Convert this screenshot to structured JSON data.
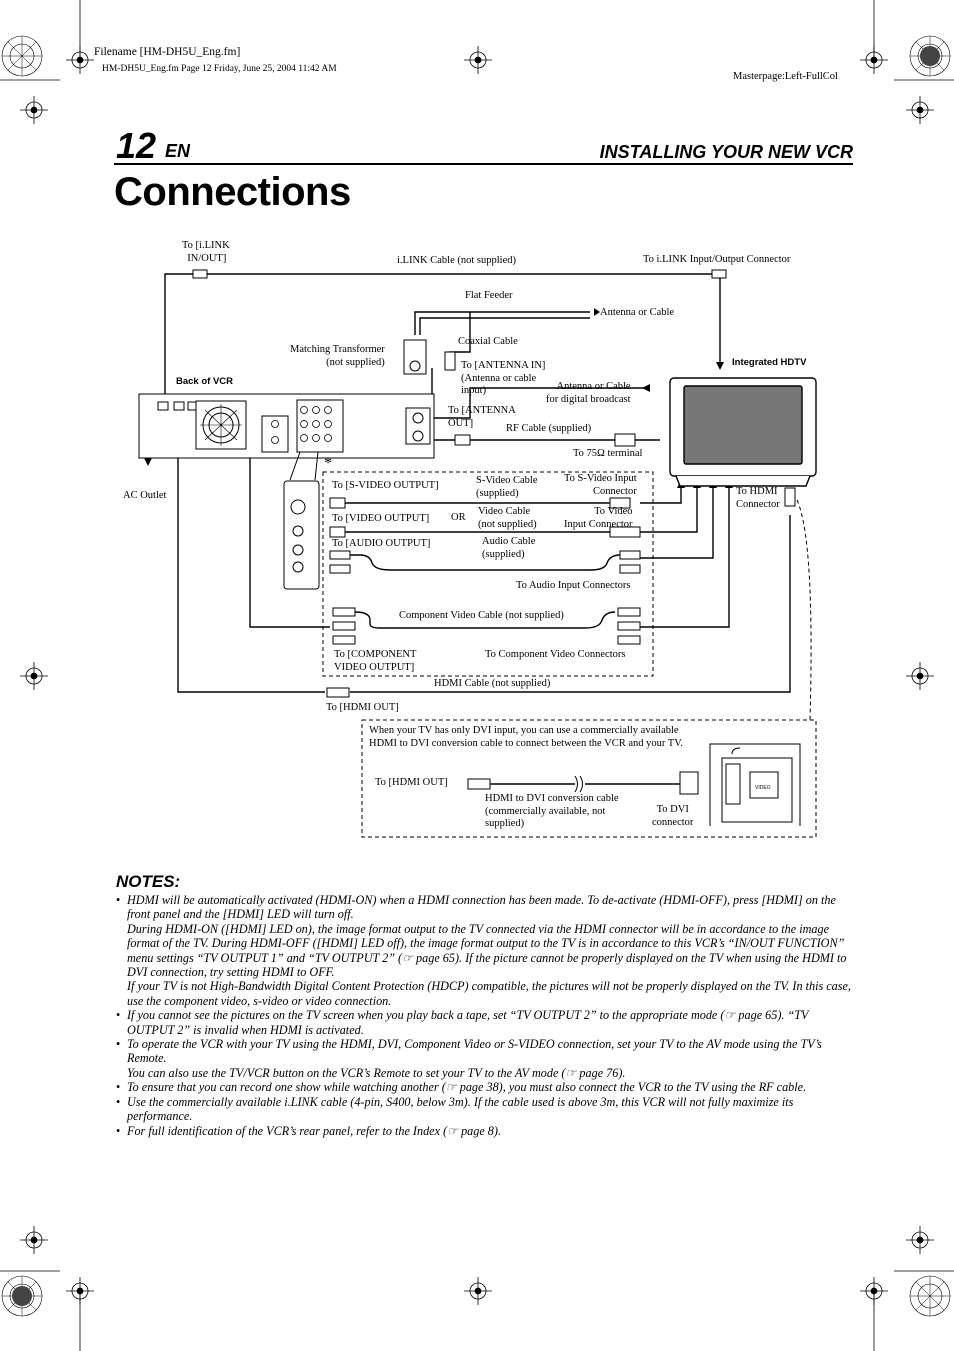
{
  "header": {
    "filename": "Filename [HM-DH5U_Eng.fm]",
    "fileinfo": "HM-DH5U_Eng.fm  Page 12  Friday, June 25, 2004  11:42 AM",
    "masterpage": "Masterpage:Left-FullCol"
  },
  "page": {
    "number": "12",
    "lang": "EN",
    "section": "INSTALLING YOUR NEW VCR",
    "title": "Connections"
  },
  "diagram": {
    "ilink_out": "To [i.LINK\n  IN/OUT]",
    "ilink_cable": "i.LINK Cable (not supplied)",
    "ilink_tv": "To i.LINK Input/Output Connector",
    "flat_feeder": "Flat Feeder",
    "antenna_cable": "Antenna or Cable",
    "matching_transformer": "Matching Transformer\n(not supplied)",
    "coaxial": "Coaxial Cable",
    "antenna_in": "To [ANTENNA IN]\n(Antenna or cable\ninput)",
    "integrated_hdtv": "Integrated HDTV",
    "back_of_vcr": "Back of VCR",
    "antenna_digital": "Antenna or Cable\nfor digital broadcast",
    "antenna_out": "To [ANTENNA\nOUT]",
    "rf_cable": "RF Cable (supplied)",
    "to_75": "To 75Ω terminal",
    "ac_outlet": "AC Outlet",
    "s_video_output": "To [S-VIDEO OUTPUT]",
    "s_video_cable": "S-Video Cable\n(supplied)",
    "s_video_input": "To S-Video Input\nConnector",
    "to_hdmi_connector": "To HDMI\nConnector",
    "video_output": "To [VIDEO OUTPUT]",
    "or": "OR",
    "video_cable": "Video Cable\n(not supplied)",
    "video_input": "To Video\nInput Connector",
    "audio_output": "To [AUDIO OUTPUT]",
    "audio_cable": "Audio Cable\n(supplied)",
    "audio_input": "To Audio Input Connectors",
    "component_cable": "Component Video Cable (not supplied)",
    "component_output": "To [COMPONENT\nVIDEO OUTPUT]",
    "component_input": "To Component Video Connectors",
    "hdmi_cable": "HDMI Cable (not supplied)",
    "hdmi_out": "To [HDMI OUT]",
    "asterisk": "*",
    "dvi_note": "When your TV has only DVI input, you can use a commercially available HDMI to DVI conversion cable to connect between the VCR and your TV.",
    "dvi_hdmi_out": "To [HDMI OUT]",
    "dvi_cable": "HDMI to DVI conversion cable\n(commercially available, not\nsupplied)",
    "dvi_connector": "To DVI\nconnector",
    "video_tag": "VIDEO"
  },
  "notes": {
    "heading": "NOTES:",
    "items": [
      [
        "HDMI will be automatically activated (HDMI-ON) when a HDMI connection has been made. To de-activate (HDMI-OFF), press [HDMI] on the front panel and the [HDMI] LED will turn off.",
        "During HDMI-ON ([HDMI] LED on), the image format output to the TV connected via the HDMI connector will be in accordance to the image format of the TV. During HDMI-OFF ([HDMI] LED off), the image format output to the TV is in accordance to this VCR’s “IN/OUT FUNCTION” menu settings “TV OUTPUT 1” and “TV OUTPUT 2” (☞ page 65). If the picture cannot be properly displayed on the TV when using the HDMI to DVI connection, try setting HDMI to OFF.",
        "If your TV is not High-Bandwidth Digital Content Protection (HDCP) compatible, the pictures will not be properly displayed on the TV. In this case, use the component video, s-video or video connection."
      ],
      [
        "If you cannot see the pictures on the TV screen when you play back a tape, set “TV OUTPUT 2” to the appropriate mode (☞ page 65). “TV OUTPUT 2” is invalid when HDMI is activated."
      ],
      [
        "To operate the VCR with your TV using the HDMI, DVI, Component Video or S-VIDEO connection, set your TV to the AV mode using the TV’s Remote.",
        "You can also use the TV/VCR button on the VCR’s Remote to set your TV to the AV mode (☞ page 76)."
      ],
      [
        "To ensure that you can record one show while watching another (☞ page 38), you must also connect the VCR to the TV using the RF cable."
      ],
      [
        "Use the commercially available i.LINK cable (4-pin, S400, below 3m). If the cable used is above 3m, this VCR will not fully maximize its performance."
      ],
      [
        "For full identification of the VCR’s rear panel, refer to the Index (☞ page 8)."
      ]
    ]
  }
}
